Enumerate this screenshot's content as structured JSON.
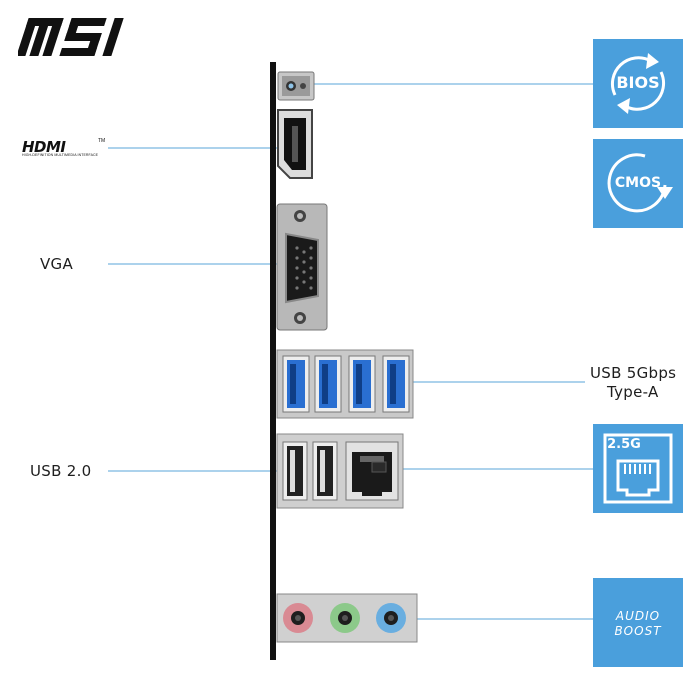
{
  "brand": {
    "logo_text": "MSI"
  },
  "hdmi": {
    "word": "HDMI",
    "tm": "TM",
    "subtitle": "HIGH-DEFINITION MULTIMEDIA INTERFACE"
  },
  "left_labels": {
    "vga": "VGA",
    "usb2": "USB 2.0"
  },
  "right_labels": {
    "usb5_line1": "USB 5Gbps",
    "usb5_line2": "Type-A"
  },
  "tiles": {
    "bios": "BIOS",
    "cmos": "CMOS",
    "lan_speed": "2.5G",
    "audio_line1": "AUDIO",
    "audio_line2": "BOOST"
  },
  "colors": {
    "accent": "#4a9fdc",
    "line": "#5aa6d8",
    "usb3_blue": "#2a6fd1",
    "audio_pink": "#d98a93",
    "audio_green": "#8cc98a",
    "audio_blue": "#69aee0"
  }
}
